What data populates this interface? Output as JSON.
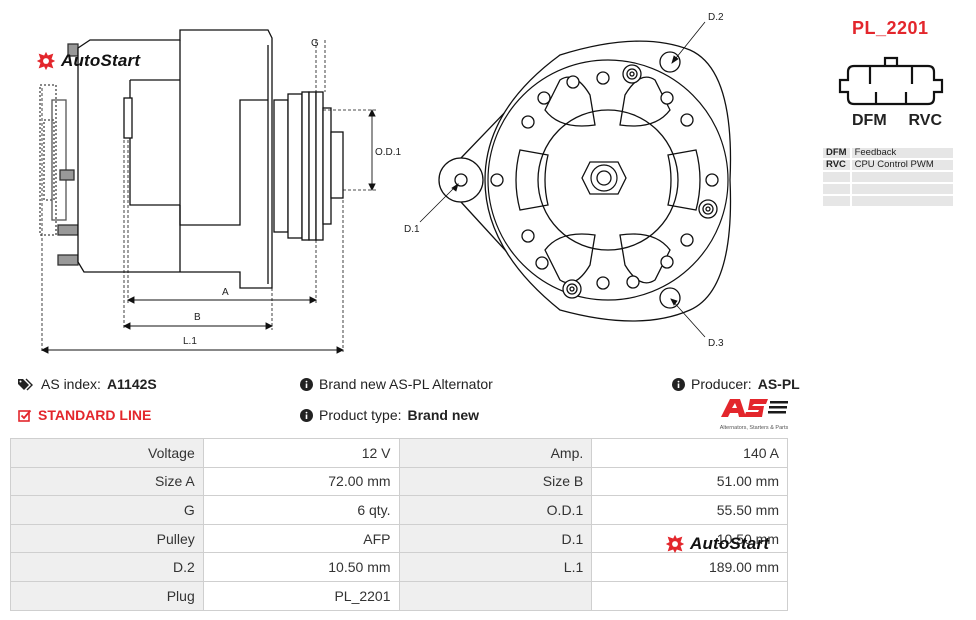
{
  "brand": {
    "name": "AutoStart",
    "accent": "#e3262c"
  },
  "drawing": {
    "labels": {
      "g": "G",
      "od1": "O.D.1",
      "a": "A",
      "b": "B",
      "l1": "L.1",
      "d1": "D.1",
      "d2": "D.2",
      "d3": "D.3"
    }
  },
  "plug": {
    "code": "PL_2201",
    "pins": [
      "DFM",
      "RVC"
    ],
    "pin_table": [
      {
        "code": "DFM",
        "desc": "Feedback"
      },
      {
        "code": "RVC",
        "desc": "CPU Control PWM"
      },
      {
        "code": "",
        "desc": ""
      },
      {
        "code": "",
        "desc": ""
      },
      {
        "code": "",
        "desc": ""
      }
    ]
  },
  "info": {
    "as_index_label": "AS index:",
    "as_index_value": "A1142S",
    "brand_new": "Brand new AS-PL Alternator",
    "producer_label": "Producer:",
    "producer_value": "AS-PL",
    "standard_line": "STANDARD LINE",
    "product_type_label": "Product type:",
    "product_type_value": "Brand new",
    "as_logo_tagline": "Alternators, Starters & Parts"
  },
  "specs": [
    {
      "l1": "Voltage",
      "v1": "12 V",
      "l2": "Amp.",
      "v2": "140 A"
    },
    {
      "l1": "Size A",
      "v1": "72.00 mm",
      "l2": "Size B",
      "v2": "51.00 mm"
    },
    {
      "l1": "G",
      "v1": "6 qty.",
      "l2": "O.D.1",
      "v2": "55.50 mm"
    },
    {
      "l1": "Pulley",
      "v1": "AFP",
      "l2": "D.1",
      "v2": "10.50 mm"
    },
    {
      "l1": "D.2",
      "v1": "10.50 mm",
      "l2": "L.1",
      "v2": "189.00 mm"
    },
    {
      "l1": "Plug",
      "v1": "PL_2201",
      "l2": "",
      "v2": ""
    }
  ]
}
